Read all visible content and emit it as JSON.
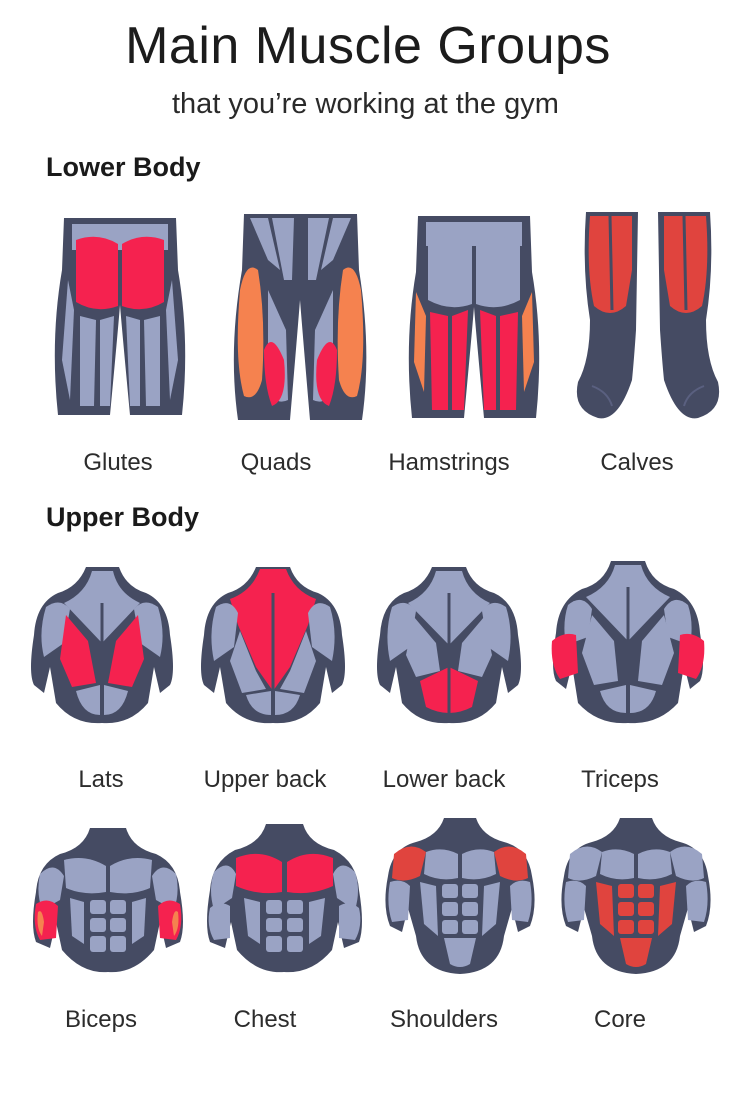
{
  "title": "Main Muscle Groups",
  "subtitle": "that you’re working at the gym",
  "sections": {
    "lower": "Lower Body",
    "upper": "Upper Body"
  },
  "labels": {
    "glutes": "Glutes",
    "quads": "Quads",
    "hamstrings": "Hamstrings",
    "calves": "Calves",
    "lats": "Lats",
    "upper_back": "Upper back",
    "lower_back": "Lower back",
    "triceps": "Triceps",
    "biceps": "Biceps",
    "chest": "Chest",
    "shoulders": "Shoulders",
    "core": "Core"
  },
  "colors": {
    "outline": "#454b63",
    "muscle": "#9aa3c4",
    "primary": "#f5224f",
    "secondary": "#f5824f",
    "calf": "#e0443e"
  }
}
